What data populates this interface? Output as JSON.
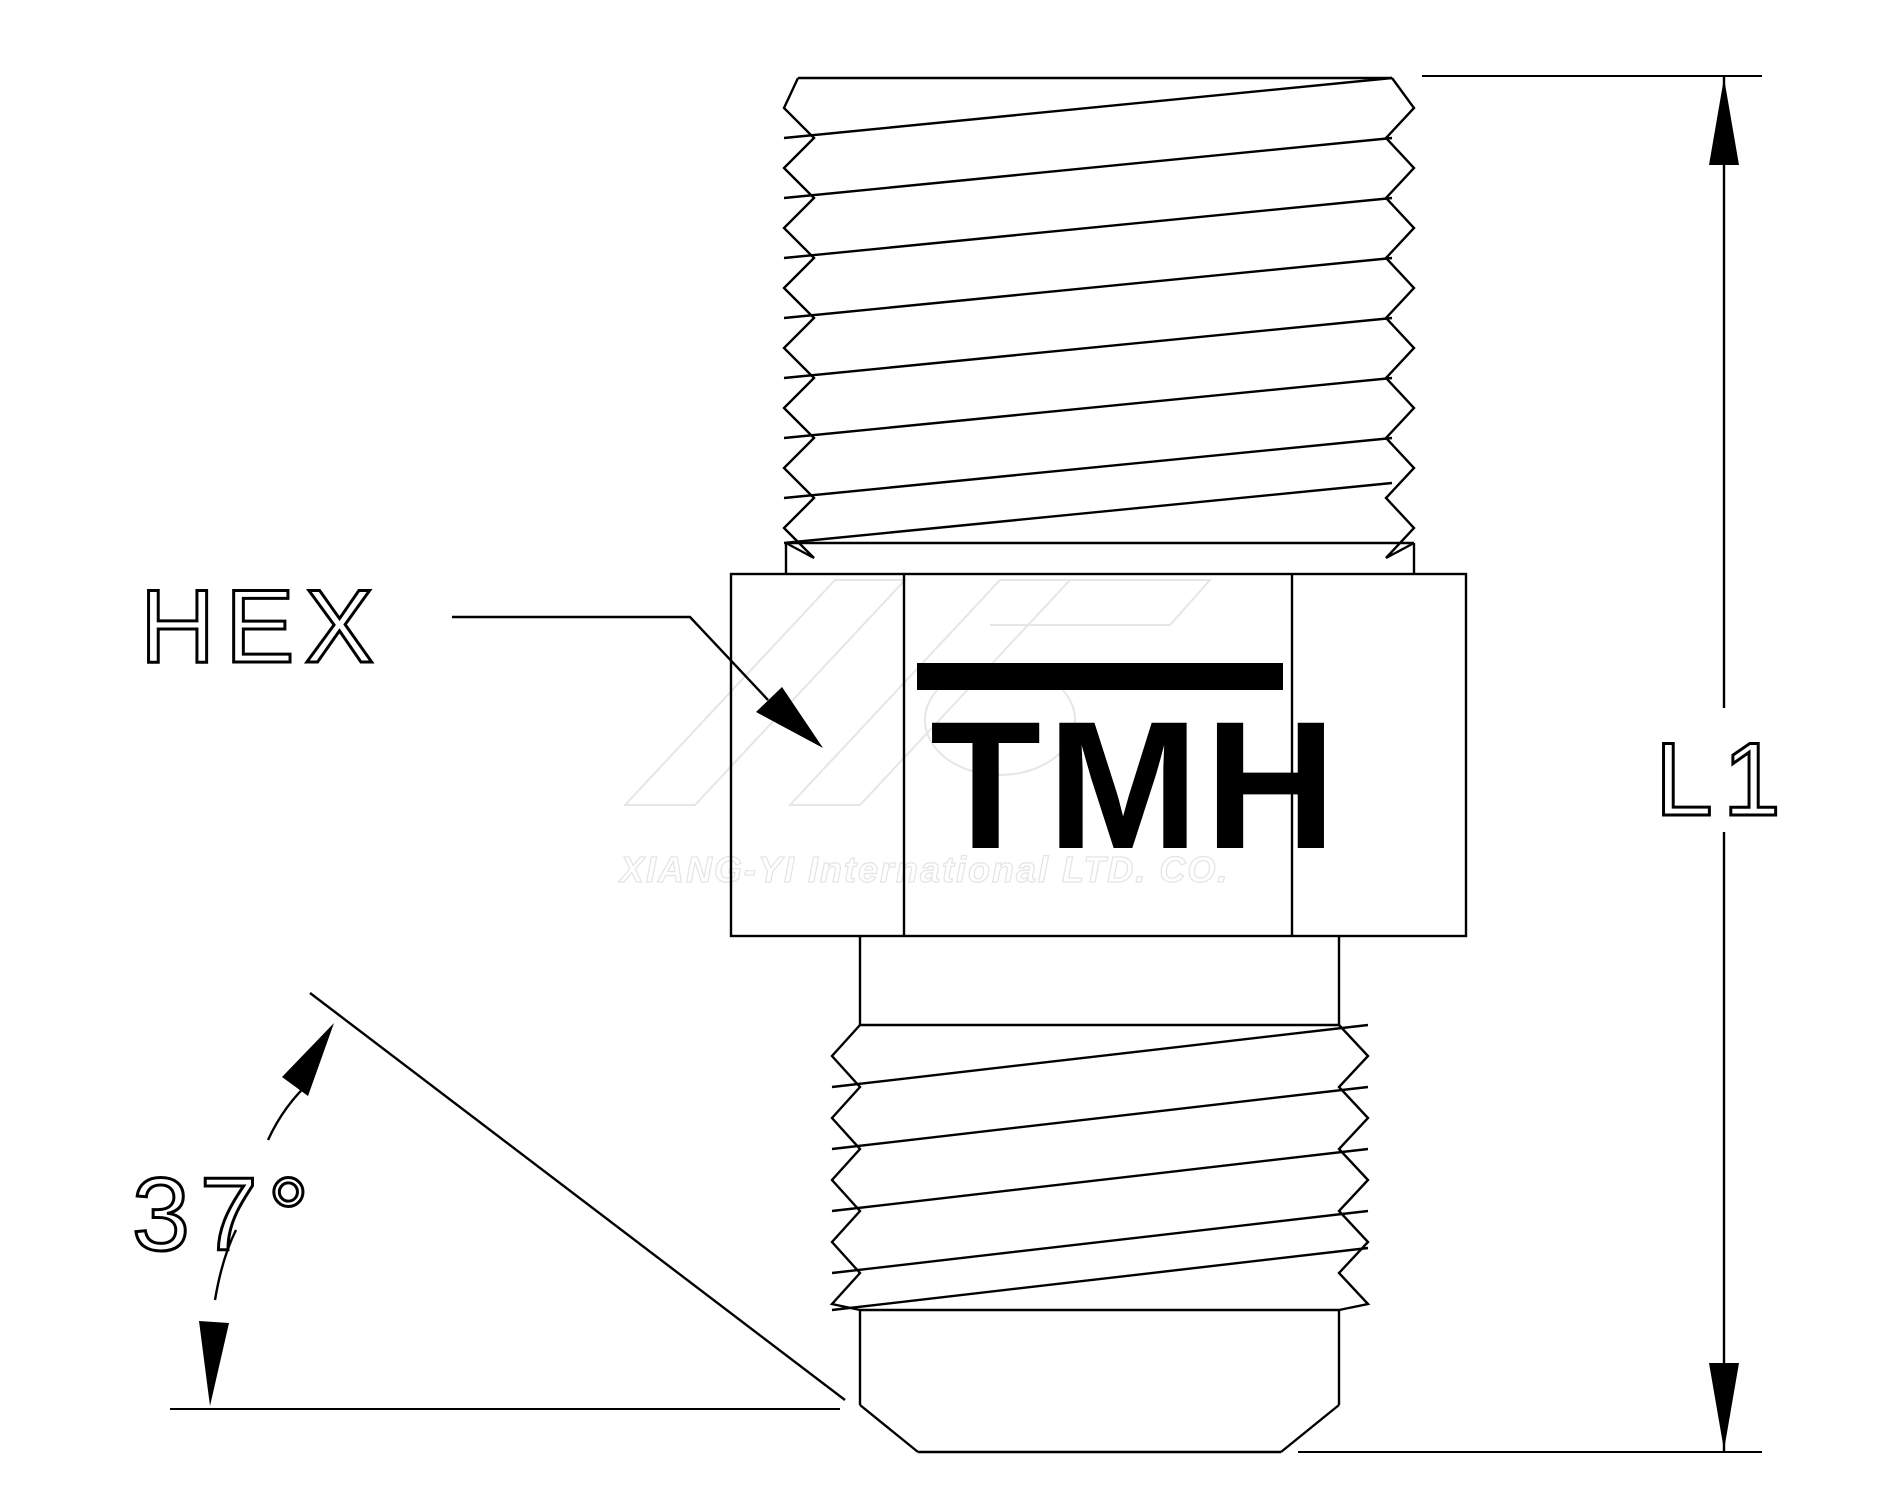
{
  "drawing": {
    "hex_label": "HEX",
    "length_label": "L1",
    "angle_label": "37°",
    "logo_text": "TMH",
    "watermark_text": "XIANG-YI International LTD. CO."
  },
  "colors": {
    "line": "#000000",
    "background": "#ffffff",
    "watermark": "#e6e6e6"
  }
}
